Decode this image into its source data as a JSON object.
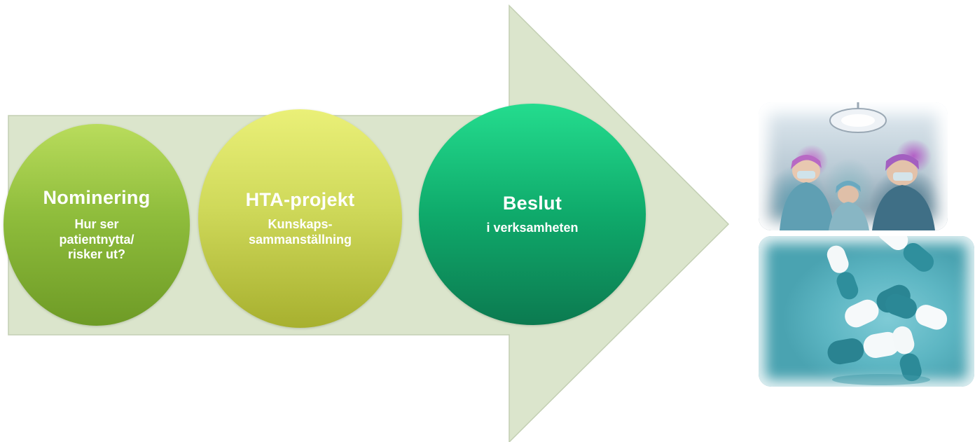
{
  "steps": [
    {
      "title": "Nominering",
      "subtitle": "Hur ser\npatientnytta/\nrisker ut?",
      "color": "#8fbd3c"
    },
    {
      "title": "HTA-projekt",
      "subtitle": "Kunskaps-\nsammanställning",
      "color": "#cfd95a"
    },
    {
      "title": "Beslut",
      "subtitle": "i verksamheten",
      "color": "#0faa6b"
    }
  ],
  "arrow": {
    "fill": "#dbe5cc",
    "stroke": "#c3cfb3"
  },
  "photos": [
    {
      "name": "surgery-photo"
    },
    {
      "name": "pills-photo"
    }
  ]
}
